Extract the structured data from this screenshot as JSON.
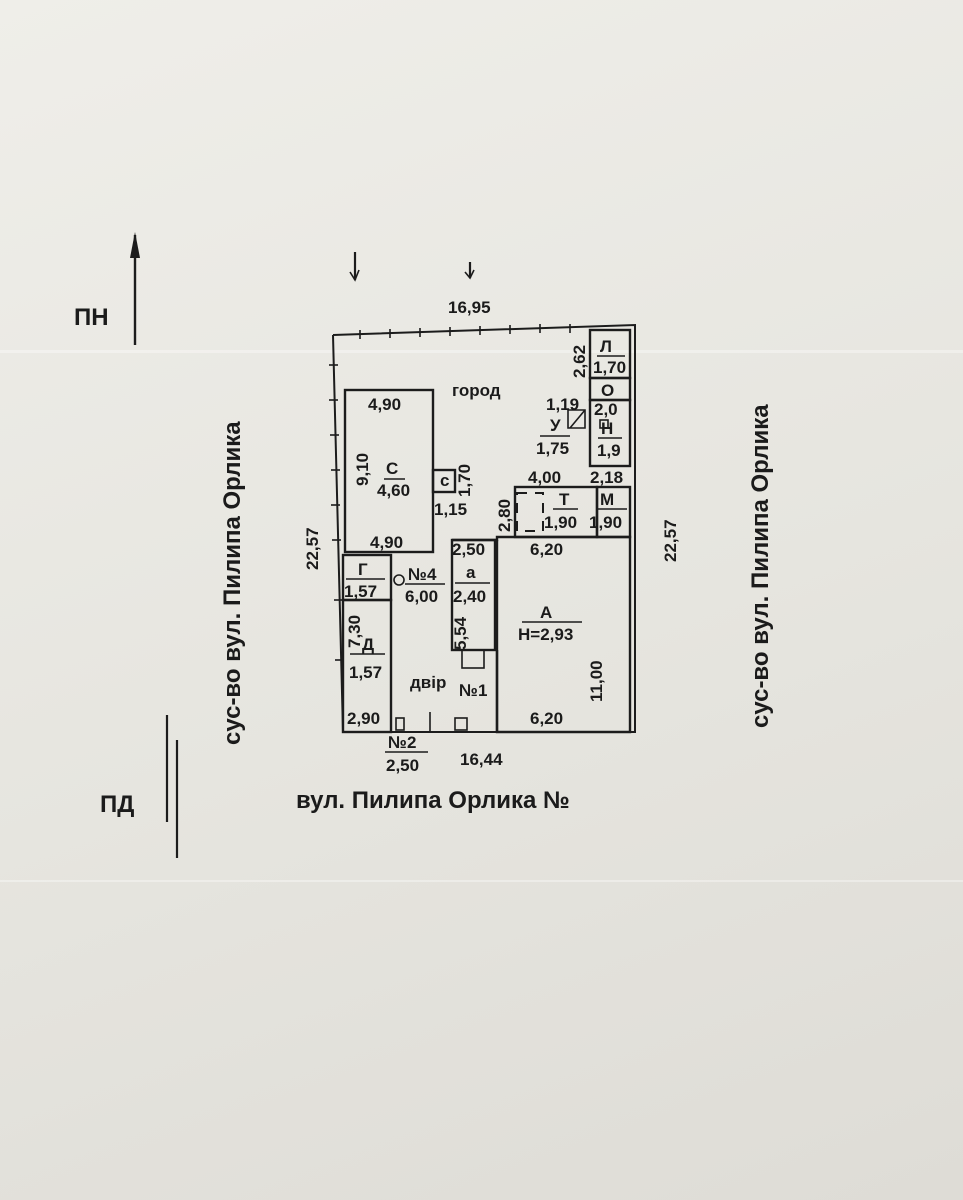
{
  "compass": {
    "north": "ПН",
    "south": "ПД"
  },
  "streets": {
    "left": "сус-во вул. Пилипа Орлика",
    "right": "сус-во вул. Пилипа Орлика",
    "bottom": "вул. Пилипа Орлика №"
  },
  "plot": {
    "top_width": "16,95",
    "bottom_width": "16,44",
    "left_height": "22,57",
    "right_height": "22,57"
  },
  "zones": {
    "garden": "город",
    "yard": "двір"
  },
  "buildings": {
    "S": {
      "letter": "С",
      "value": "4,60",
      "top": "4,90",
      "bottom": "4,90",
      "side": "9,10"
    },
    "s": {
      "letter": "с",
      "side": "1,70",
      "bottom": "1,15"
    },
    "U": {
      "letter": "У",
      "value": "1,75",
      "side": "1,19"
    },
    "L": {
      "letter": "Л",
      "value": "1,70",
      "side": "2,62"
    },
    "O": {
      "letter": "О",
      "value": "2,0"
    },
    "N": {
      "letter": "Н",
      "value": "1,9"
    },
    "T": {
      "letter": "Т",
      "value": "1,90",
      "top": "4,00",
      "side": "2,80"
    },
    "M": {
      "letter": "М",
      "value": "1,90",
      "top": "2,18"
    },
    "G": {
      "letter": "Г",
      "value": "1,57"
    },
    "D": {
      "letter": "Д",
      "value": "1,57",
      "side": "7,30",
      "bottom": "2,90"
    },
    "a": {
      "letter": "а",
      "value": "2,40",
      "top": "2,50",
      "side": "5,54"
    },
    "A": {
      "letter": "А",
      "value": "Н=2,93",
      "top": "6,20",
      "bottom": "6,20",
      "side": "11,00"
    }
  },
  "marks": {
    "n4": "№4",
    "n4_value": "6,00",
    "n1": "№1",
    "n2": "№2",
    "n2_value": "2,50"
  }
}
